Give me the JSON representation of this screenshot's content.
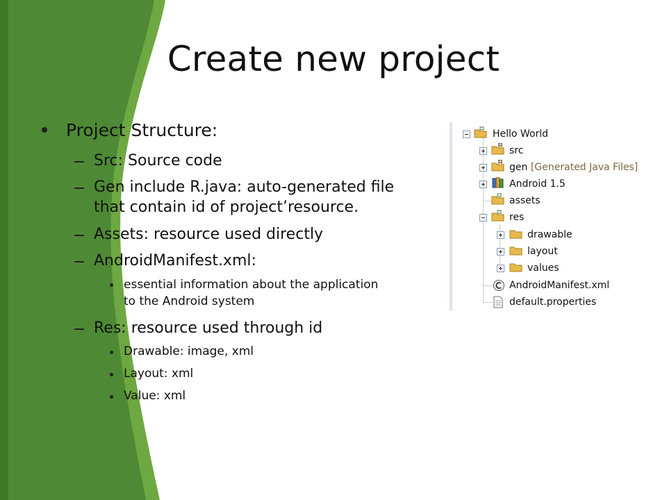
{
  "slide": {
    "title": "Create new project",
    "bullets": {
      "project_structure": "Project Structure:",
      "src": "Src: Source code",
      "gen_line1": "Gen include R.java: auto-generated file",
      "gen_line2": "that contain id of project’resource.",
      "assets": "Assets: resource used directly",
      "manifest": "AndroidManifest.xml:",
      "manifest_sub_line1": "essential information about the application",
      "manifest_sub_line2": "to the Android system",
      "res": "Res: resource used through id",
      "drawable": "Drawable: image, xml",
      "layout": "Layout: xml",
      "value": "Value: xml"
    }
  },
  "tree": {
    "root": "Hello World",
    "src": "src",
    "gen": "gen",
    "gen_note": "[Generated Java Files]",
    "android": "Android 1.5",
    "assets": "assets",
    "res": "res",
    "drawable": "drawable",
    "layout": "layout",
    "values": "values",
    "manifest": "AndroidManifest.xml",
    "default_properties": "default.properties"
  },
  "colors": {
    "green_dark": "#4e8a35",
    "green_light": "#6ea842",
    "folder": "#e8b94a"
  }
}
